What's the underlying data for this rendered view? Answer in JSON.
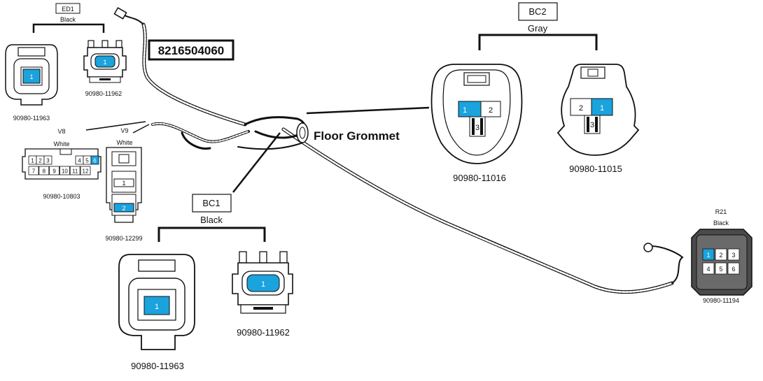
{
  "harness": {
    "part_number": "8216504060",
    "grommet_label": "Floor Grommet"
  },
  "groups": {
    "ed1": {
      "name": "ED1",
      "color": "Black"
    },
    "bc1": {
      "name": "BC1",
      "color": "Black"
    },
    "bc2": {
      "name": "BC2",
      "color": "Gray"
    },
    "r21": {
      "name": "R21",
      "color": "Black"
    },
    "v8": {
      "name": "V8",
      "color": "White"
    },
    "v9": {
      "name": "V9",
      "color": "White"
    }
  },
  "connectors": {
    "ed1_female": {
      "part": "90980-11963",
      "pins": [
        "1"
      ]
    },
    "ed1_male": {
      "part": "90980-11962",
      "pins": [
        "1"
      ]
    },
    "bc1_female": {
      "part": "90980-11963",
      "pins": [
        "1"
      ]
    },
    "bc1_male": {
      "part": "90980-11962",
      "pins": [
        "1"
      ]
    },
    "bc2_female": {
      "part": "90980-11016",
      "pins": [
        "1",
        "2",
        "3"
      ]
    },
    "bc2_male": {
      "part": "90980-11015",
      "pins": [
        "2",
        "1",
        "3"
      ]
    },
    "v8": {
      "part": "90980-10803",
      "pins": [
        "1",
        "2",
        "3",
        "4",
        "5",
        "6",
        "7",
        "8",
        "9",
        "10",
        "11",
        "12"
      ]
    },
    "v9": {
      "part": "90980-12299",
      "pins": [
        "1",
        "2"
      ]
    },
    "r21": {
      "part": "90980-11194",
      "pins": [
        "1",
        "2",
        "3",
        "4",
        "5",
        "6"
      ]
    }
  },
  "colors": {
    "pin_highlight": "#1aa3dd",
    "line": "#111111"
  }
}
